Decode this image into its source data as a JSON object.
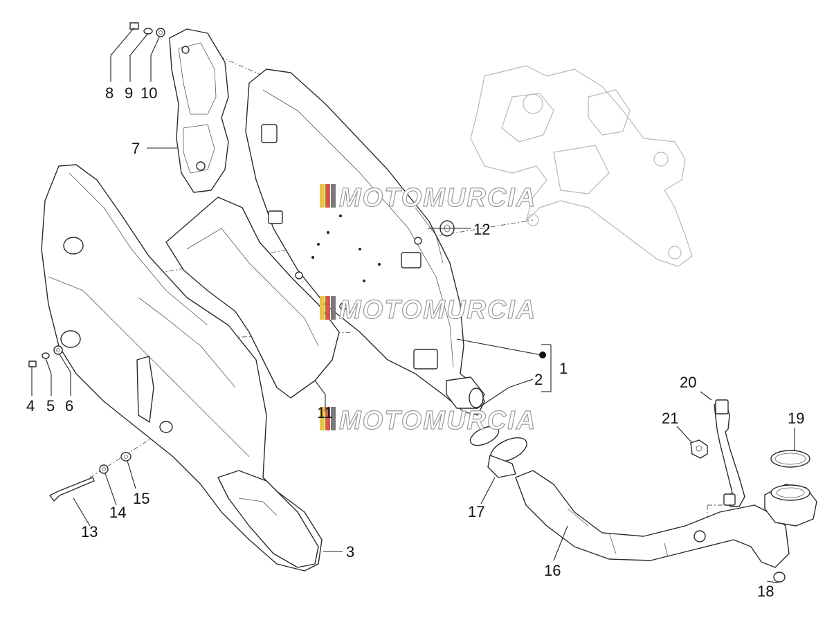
{
  "watermark": {
    "text": "MOTOMURCIA",
    "stripe_colors": [
      "#e8c34a",
      "#d9534f",
      "#7a7a7a"
    ]
  },
  "callouts": {
    "c1": "1",
    "c2": "2",
    "c3": "3",
    "c4": "4",
    "c5": "5",
    "c6": "6",
    "c7": "7",
    "c8": "8",
    "c9": "9",
    "c10": "10",
    "c11": "11",
    "c12": "12",
    "c13": "13",
    "c14": "14",
    "c15": "15",
    "c16": "16",
    "c17": "17",
    "c18": "18",
    "c19": "19",
    "c20": "20",
    "c21": "21"
  }
}
